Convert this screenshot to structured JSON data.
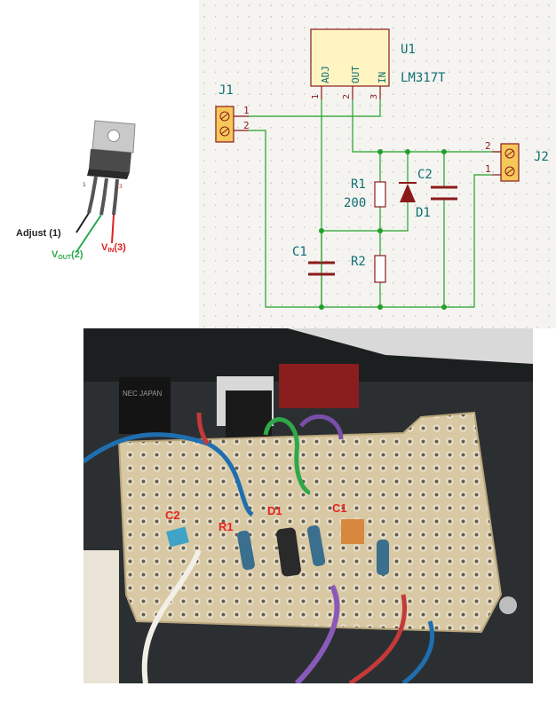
{
  "schematic": {
    "regulator": {
      "ref": "U1",
      "value": "LM317T",
      "pin_names": [
        "ADJ",
        "OUT",
        "IN"
      ],
      "pin_numbers": [
        "1",
        "2",
        "3"
      ]
    },
    "connector_in": {
      "ref": "J1",
      "pins": [
        "1",
        "2"
      ]
    },
    "connector_out": {
      "ref": "J2",
      "pins": [
        "2",
        "1"
      ]
    },
    "r1": {
      "ref": "R1",
      "value": "200"
    },
    "r2": {
      "ref": "R2"
    },
    "c1": {
      "ref": "C1"
    },
    "c2": {
      "ref": "C2"
    },
    "d1": {
      "ref": "D1"
    }
  },
  "pinout": {
    "labels": {
      "adjust": "Adjust (1)",
      "vout_main": "V",
      "vout_sub": "OUT",
      "vout_pin": "(2)",
      "vin_main": "V",
      "vin_sub": "IN",
      "vin_pin": "(3)"
    },
    "pin_marks": [
      "1",
      "3"
    ],
    "colors": {
      "adjust": "#222222",
      "vout": "#2aa84a",
      "vin": "#e02020"
    }
  },
  "photo": {
    "labels": [
      "C2",
      "R1",
      "D1",
      "C1"
    ],
    "label_color": "#e8231f",
    "chip_marking": "NEC JAPAN"
  },
  "colors": {
    "wire": "#22a02a",
    "junction": "#22a02a",
    "component": "#8b1a1a",
    "text": "#0f6e73",
    "connector_body": "#f6c85a"
  }
}
